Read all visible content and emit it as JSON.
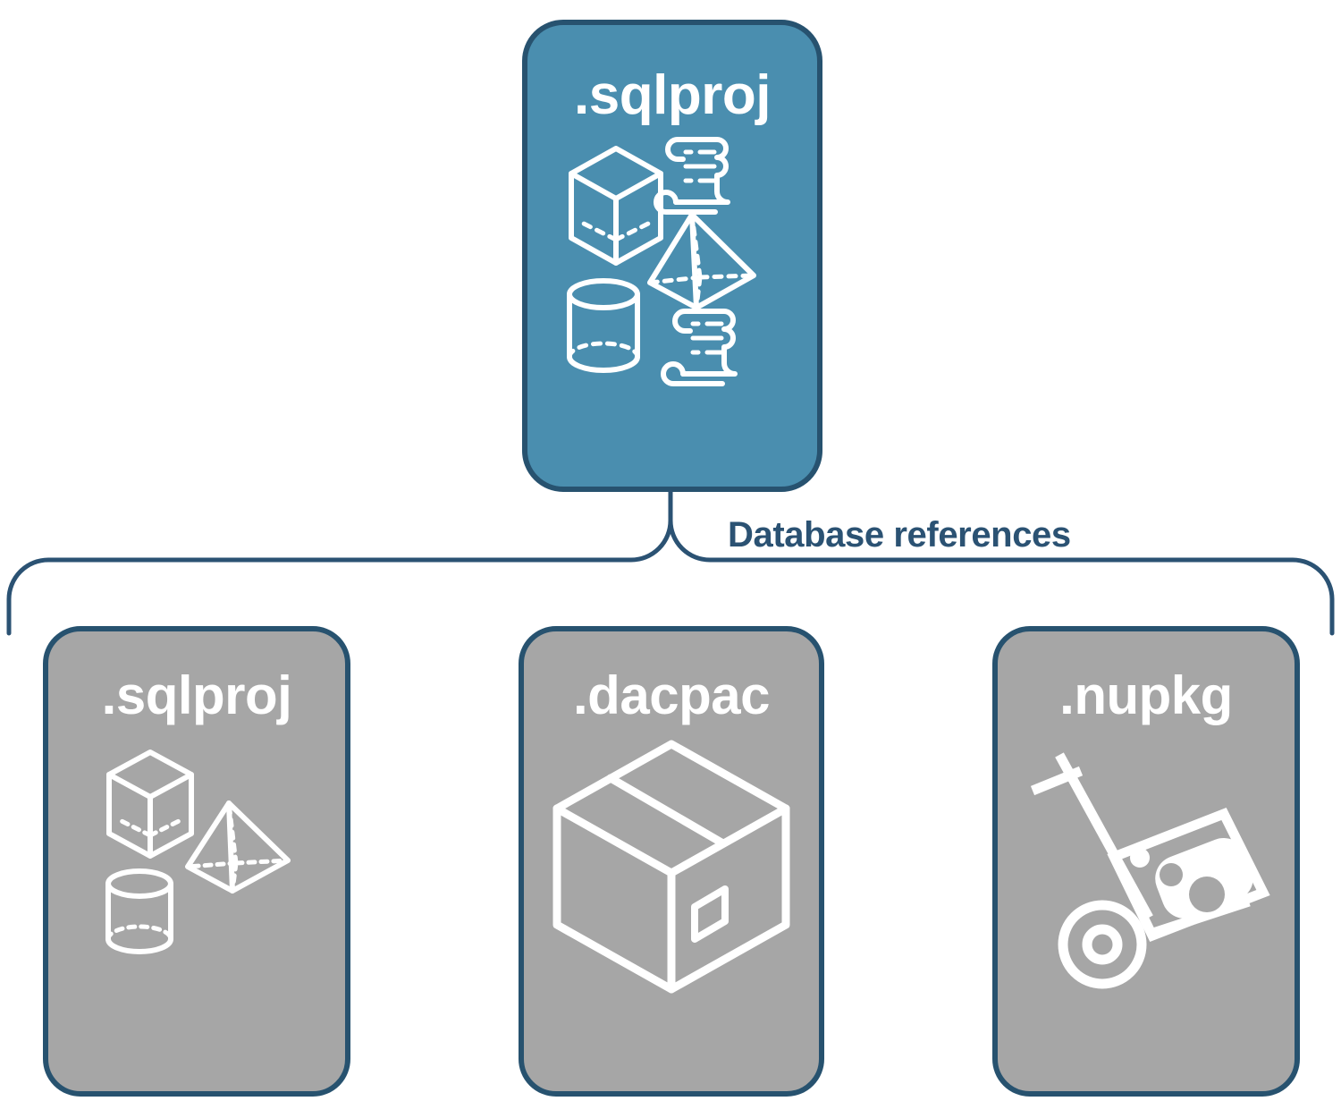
{
  "diagram": {
    "title": "Database references",
    "colors": {
      "root_card_fill": "#4A8EAF",
      "child_card_fill": "#A6A6A6",
      "card_border": "#27526F",
      "connector": "#2B5273",
      "label_text": "#2B5273",
      "card_text": "#FFFFFF",
      "background": "#FFFFFF"
    }
  },
  "root": {
    "label": ".sqlproj",
    "icons": [
      "cube-wireframe-icon",
      "scroll-icon",
      "pyramid-wireframe-icon",
      "cylinder-wireframe-icon",
      "scroll-icon"
    ]
  },
  "connector": {
    "label": "Database references",
    "type": "curly-bracket",
    "branches": 3
  },
  "children": [
    {
      "label": ".sqlproj",
      "icons": [
        "cube-wireframe-icon",
        "pyramid-wireframe-icon",
        "cylinder-wireframe-icon"
      ]
    },
    {
      "label": ".dacpac",
      "icons": [
        "shipping-box-icon"
      ]
    },
    {
      "label": ".nupkg",
      "icons": [
        "hand-truck-icon",
        "nuget-package-icon"
      ]
    }
  ]
}
